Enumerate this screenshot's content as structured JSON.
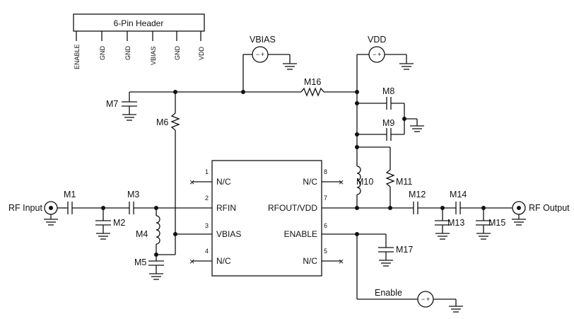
{
  "header": {
    "title": "6-Pin Header",
    "pins": [
      "ENABLE",
      "GND",
      "GND",
      "VBIAS",
      "GND",
      "VDD"
    ]
  },
  "supplies": {
    "vbias": "VBIAS",
    "vdd": "VDD",
    "enable": "Enable"
  },
  "ports": {
    "rf_input": "RF Input",
    "rf_output": "RF Output"
  },
  "ic": {
    "pins_left": [
      {
        "num": "1",
        "name": "N/C"
      },
      {
        "num": "2",
        "name": "RFIN"
      },
      {
        "num": "3",
        "name": "VBIAS"
      },
      {
        "num": "4",
        "name": "N/C"
      }
    ],
    "pins_right": [
      {
        "num": "8",
        "name": "N/C"
      },
      {
        "num": "7",
        "name": "RFOUT/VDD"
      },
      {
        "num": "6",
        "name": "ENABLE"
      },
      {
        "num": "5",
        "name": "N/C"
      }
    ]
  },
  "components": {
    "m1": "M1",
    "m2": "M2",
    "m3": "M3",
    "m4": "M4",
    "m5": "M5",
    "m6": "M6",
    "m7": "M7",
    "m8": "M8",
    "m9": "M9",
    "m10": "M10",
    "m11": "M11",
    "m12": "M12",
    "m13": "M13",
    "m14": "M14",
    "m15": "M15",
    "m16": "M16",
    "m17": "M17"
  },
  "source_symbol": {
    "minus": "−",
    "plus": "+"
  }
}
